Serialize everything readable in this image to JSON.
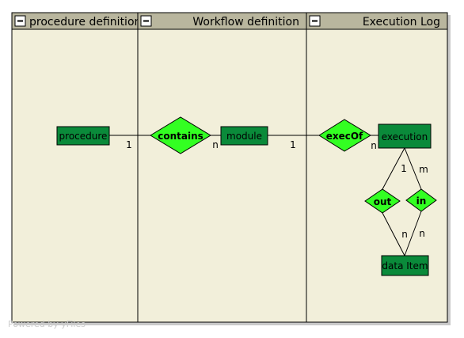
{
  "lanes": [
    {
      "id": "procedure",
      "title": "procedure definition",
      "collapse_icon": "minus-icon"
    },
    {
      "id": "workflow",
      "title": "Workflow definition",
      "collapse_icon": "minus-icon"
    },
    {
      "id": "execution",
      "title": "Execution Log",
      "collapse_icon": "minus-icon"
    }
  ],
  "entities": {
    "procedure": "procedure",
    "module": "module",
    "execution": "execution",
    "data_item": "data Item"
  },
  "relationships": {
    "contains": "contains",
    "execOf": "execOf",
    "out": "out",
    "in": "in"
  },
  "cardinalities": {
    "procedure_contains": "1",
    "contains_module": "n",
    "module_execOf": "1",
    "execOf_execution": "n",
    "execution_out": "1",
    "execution_in": "m",
    "out_data_item": "n",
    "in_data_item": "n"
  },
  "watermark": "Powered by yFiles",
  "colors": {
    "lane_background": "#f2efda",
    "header_background": "#b9b69e",
    "entity_fill": "#0a8a3a",
    "relationship_fill": "#33ff22",
    "border": "#000000"
  }
}
